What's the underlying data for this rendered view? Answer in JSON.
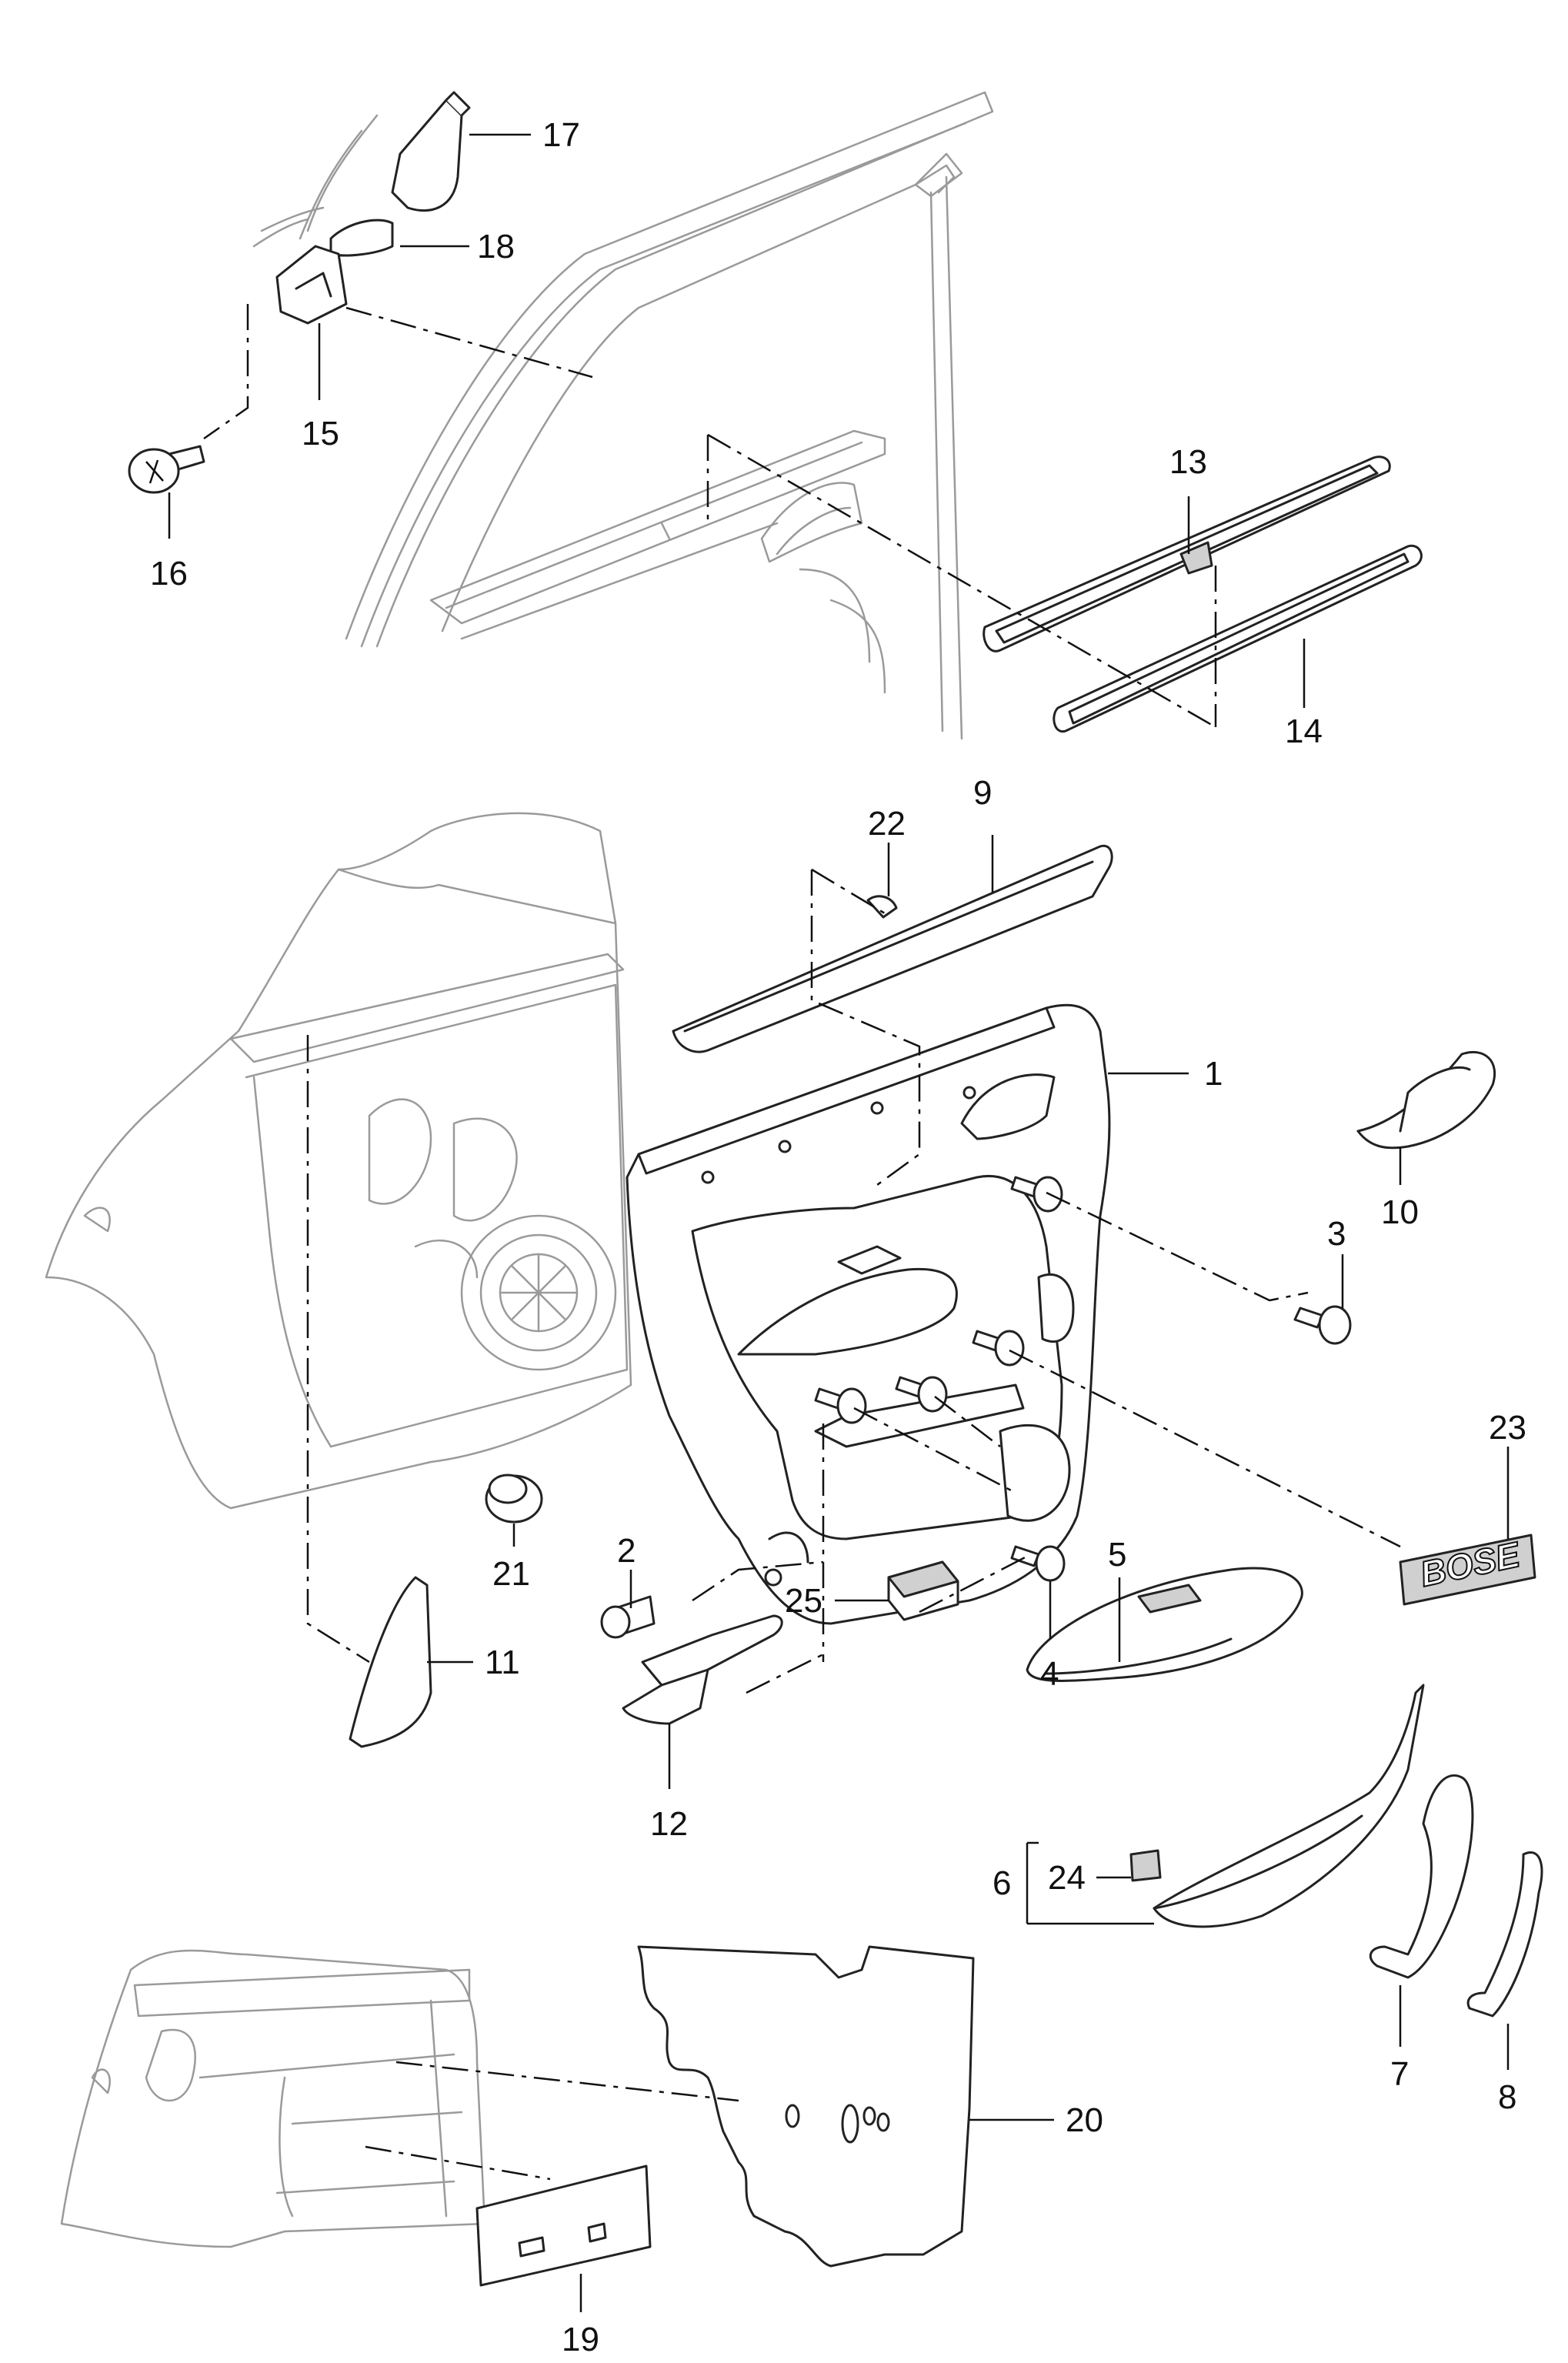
{
  "callouts": {
    "c1": "1",
    "c2": "2",
    "c3": "3",
    "c4": "4",
    "c5": "5",
    "c6": "6",
    "c7": "7",
    "c8": "8",
    "c9": "9",
    "c10": "10",
    "c11": "11",
    "c12": "12",
    "c13": "13",
    "c14": "14",
    "c15": "15",
    "c16": "16",
    "c17": "17",
    "c18": "18",
    "c19": "19",
    "c20": "20",
    "c21": "21",
    "c22": "22",
    "c23": "23",
    "c24": "24",
    "c25": "25"
  },
  "badge": {
    "text": "BOSE"
  }
}
